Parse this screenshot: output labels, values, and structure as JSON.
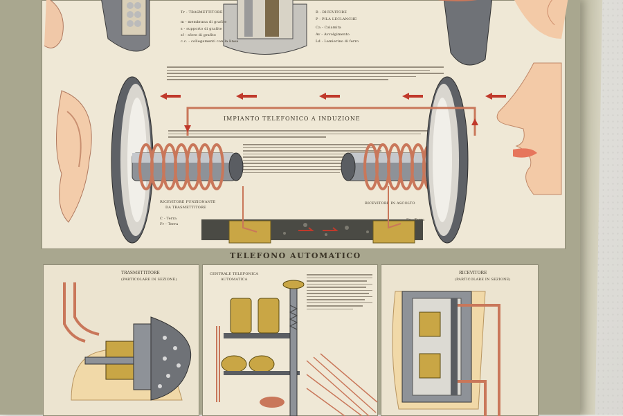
{
  "top_labels": {
    "trasmettitore": "Tr - TRASMETTITORE",
    "ricevitore": "R - RICEVITORE",
    "pila": "P - PILA LECLANCHE",
    "calamita": "Ca - Calamita",
    "avvolgimento": "Av - Avvolgimento",
    "lamierino": "Ld - Lamierino di ferro",
    "membrana": "m - membrana di grafite",
    "supporto": "s - supporto di grafite",
    "sfere": "sf - sfere di grafite",
    "collegamenti": "c.c. - collegamenti con la linea"
  },
  "induction_title": "IMPIANTO TELEFONICO A INDUZIONE",
  "left_caption": [
    "RICEVITORE FUNZIONANTE",
    "DA TRASMETTITORE"
  ],
  "right_caption": "RICEVITORE IN ASCOLTO",
  "legend_left": [
    "C - Terra",
    "Fr - Terra"
  ],
  "legend_right": "Fr - Terra",
  "band_title": "TELEFONO AUTOMATICO",
  "bottom_panels": {
    "left_title": "TRASMETTITORE",
    "left_sub": "(PARTICOLARE IN SEZIONE)",
    "mid_title": [
      "CENTRALE TELEFONICA",
      "AUTOMATICA"
    ],
    "right_title": "RICEVITORE",
    "right_sub": "(PARTICOLARE IN SEZIONE)"
  },
  "colors": {
    "copper": "#c9775a",
    "paper": "#efe8d6",
    "frame": "#a9a78f",
    "steel": "#8e9298",
    "gold": "#c9a645",
    "arrow": "#c0392b"
  }
}
